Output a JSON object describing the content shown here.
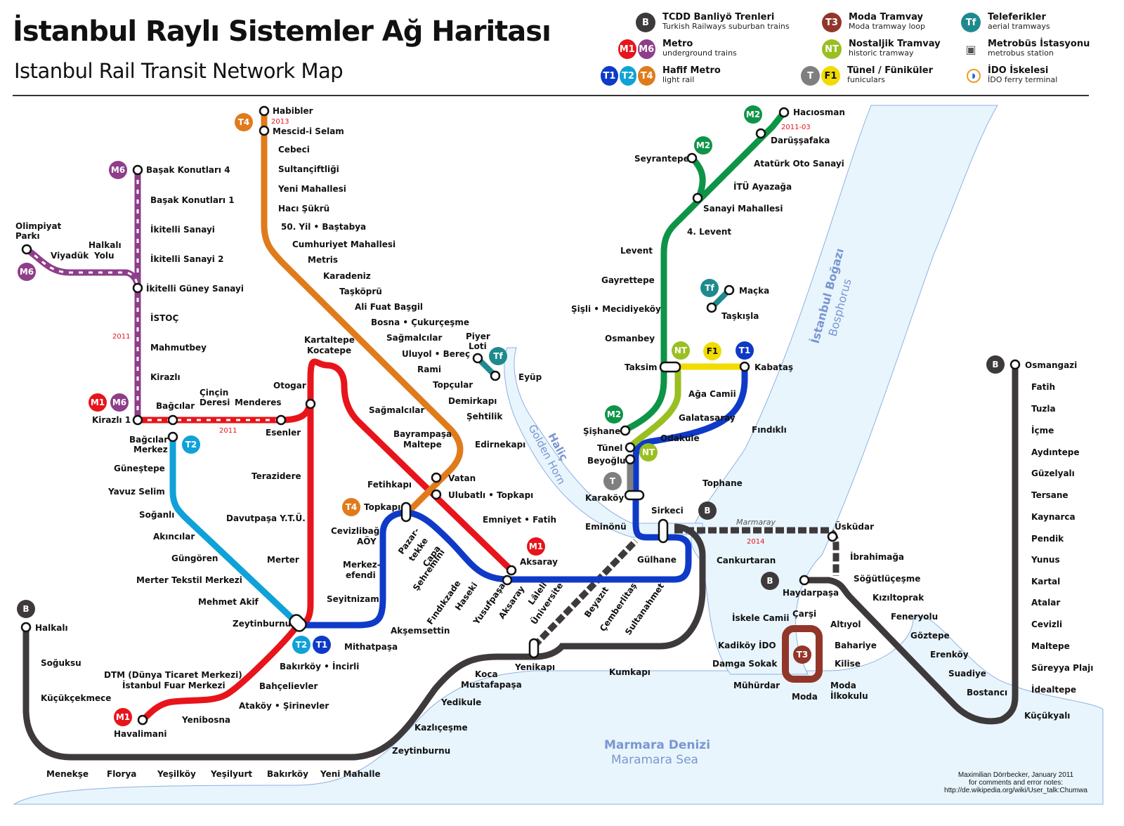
{
  "header": {
    "title": "İstanbul Raylı Sistemler Ağ Haritası",
    "subtitle": "Istanbul Rail Transit Network Map"
  },
  "legend": [
    {
      "badges": [
        {
          "label": "B",
          "color": "#3e3a3c"
        }
      ],
      "title": "TCDD Banliyö Trenleri",
      "desc": "Turkish Railways suburban trains"
    },
    {
      "badges": [
        {
          "label": "M1",
          "color": "#e8141b"
        },
        {
          "label": "M6",
          "color": "#8e3e8a"
        }
      ],
      "title": "Metro",
      "desc": "underground trains"
    },
    {
      "badges": [
        {
          "label": "T1",
          "color": "#0f3ac8"
        },
        {
          "label": "T2",
          "color": "#0fa2d8"
        },
        {
          "label": "T4",
          "color": "#e07b1c"
        }
      ],
      "title": "Hafif Metro",
      "desc": "light rail"
    },
    {
      "badges": [
        {
          "label": "T3",
          "color": "#92362a"
        }
      ],
      "title": "Moda Tramvay",
      "desc": "Moda tramway loop"
    },
    {
      "badges": [
        {
          "label": "NT",
          "color": "#99bf20"
        }
      ],
      "title": "Nostaljik Tramvay",
      "desc": "historic tramway"
    },
    {
      "badges": [
        {
          "label": "T",
          "color": "#7f7f7f"
        },
        {
          "label": "F1",
          "color": "#f2dc00"
        }
      ],
      "title": "Tünel / Füniküler",
      "desc": "funiculars"
    },
    {
      "badges": [
        {
          "label": "Tf",
          "color": "#1e8a8e"
        }
      ],
      "title": "Teleferikler",
      "desc": "aerial tramways"
    },
    {
      "badges": [
        {
          "label": "metrobus-icon",
          "color": "#555555"
        }
      ],
      "title": "Metrobüs İstasyonu",
      "desc": "metrobus station"
    },
    {
      "badges": [
        {
          "label": "ferry-icon",
          "color": "#f39a25"
        }
      ],
      "title": "İDO İskelesi",
      "desc": "İDO ferry terminal"
    }
  ],
  "colors": {
    "M1": "#e8141b",
    "M2": "#0e9447",
    "M6": "#8e3e8a",
    "T1": "#0f3ac8",
    "T2": "#0fa2d8",
    "T3": "#92362a",
    "T4": "#e07b1c",
    "NT": "#99bf20",
    "F1": "#f2dc00",
    "T": "#7f7f7f",
    "Tf": "#1e8a8e",
    "B": "#3e3a3c",
    "water": "#e8f5fd",
    "water_label": "#7b96d0",
    "planned": "#e8141b"
  },
  "water_labels": {
    "halic": "Haliç",
    "golden_horn": "Golden Horn",
    "bogaz": "İstanbul Boğazı",
    "bosphorus": "Bosphorus",
    "marmara": "Marmara Denizi",
    "marmara_en": "Maramara Sea",
    "marmaray": "Marmaray"
  },
  "line_badges": {
    "M6_top": "M6",
    "M6_west": "M6",
    "M1_kirazli": "M1",
    "M6_kirazli": "M6",
    "T2_bagcilar": "T2",
    "T4_top": "T4",
    "T4_topkapi": "T4",
    "Tf_eyup": "Tf",
    "Tf_macka": "Tf",
    "M2_top": "M2",
    "M2_seyrantepe": "M2",
    "M2_sishane": "M2",
    "NT_taksim": "NT",
    "F1": "F1",
    "T1_kabatas": "T1",
    "NT_tunel": "NT",
    "T_karakoy": "T",
    "B_sirkeci": "B",
    "M1_aksaray": "M1",
    "T2_zeytinburnu": "T2",
    "T1_zeytinburnu": "T1",
    "M1_havalimani": "M1",
    "B_halkali": "B",
    "B_haydarpasa": "B",
    "T3": "T3",
    "B_osmangazi": "B"
  },
  "opening_years": {
    "M6": "2011",
    "T4": "2013",
    "M1_ext": "2011",
    "M2_ext": "2011-03",
    "marmaray": "2014"
  },
  "stations": {
    "m6_main": [
      "Başak Konutları 4",
      "Başak Konutları 1",
      "İkitelli Sanayi",
      "İkitelli Sanayi 2",
      "İkitelli Güney Sanayi",
      "İSTOÇ",
      "Mahmutbey",
      "Kirazlı"
    ],
    "m6_west": [
      "Olimpiyat",
      "Parkı",
      "Viyadük",
      "Halkalı",
      "Yolu"
    ],
    "m1_ext": [
      "Kirazlı 1",
      "Bağcılar",
      "Çinçin",
      "Deresi",
      "Menderes",
      "Esenler"
    ],
    "m1": [
      "Otogar",
      "Kartaltepe",
      "Kocatepe",
      "Sağmalcılar",
      "Bayrampaşa",
      "Maltepe",
      "Vatan",
      "Ulubatlı • Topkapı",
      "Emniyet • Fatih",
      "Aksaray",
      "Terazidere",
      "Davutpaşa Y.T.Ü.",
      "Merter",
      "Zeytinburnu",
      "Bakırköy • İncirli",
      "Bahçelievler",
      "Ataköy • Şirinevler",
      "Yenibosna",
      "DTM (Dünya Ticaret Merkezi)",
      "İstanbul Fuar Merkezi",
      "Havalimani"
    ],
    "t2": [
      "Bağcılar",
      "Merkez",
      "Güneştepe",
      "Yavuz Selim",
      "Soğanlı",
      "Akıncılar",
      "Güngören",
      "Merter Tekstil Merkezi",
      "Mehmet Akif"
    ],
    "t4": [
      "Habibler",
      "Mescid-i Selam",
      "Cebeci",
      "Sultançiftliği",
      "Yeni Mahallesi",
      "Hacı Şükrü",
      "50. Yil • Baştabya",
      "Cumhuriyet Mahallesi",
      "Metris",
      "Karadeniz",
      "Taşköprü",
      "Ali Fuat Başgil",
      "Bosna • Çukurçeşme",
      "Sağmalcılar",
      "Uluyol • Bereç",
      "Rami",
      "Topçular",
      "Demirkapı",
      "Şehtilik",
      "Edirnekapı",
      "Fetihkapı",
      "Topkapı"
    ],
    "t1": [
      "Cevizlibağ",
      "AÖY",
      "Merkez-",
      "efendi",
      "Seyitnizam",
      "Akşemsettin",
      "Mithatpaşa",
      "Pazar-",
      "tekke",
      "Çapa",
      "Şehremini",
      "Fındıkzade",
      "Haseki",
      "Yusufpaşa",
      "Aksaray",
      "Lâleli",
      "Üniversite",
      "Beyazıt",
      "Çemberlitaş",
      "Sultanahmet",
      "Gülhane",
      "Sirkeci",
      "Eminönü",
      "Karaköy",
      "Tophane",
      "Fındıklı",
      "Kabataş"
    ],
    "tf": [
      "Piyer",
      "Loti",
      "Eyüp",
      "Maçka",
      "Taşkışla"
    ],
    "m2": [
      "Hacıosman",
      "Darüşşafaka",
      "Atatürk Oto Sanayi",
      "İTÜ Ayazağa",
      "Seyrantepe",
      "Sanayi Mahallesi",
      "4. Levent",
      "Levent",
      "Gayrettepe",
      "Şişli • Mecidiyeköy",
      "Osmanbey",
      "Taksim",
      "Şişhane"
    ],
    "nt": [
      "Ağa Camii",
      "Galatasaray",
      "Odakule",
      "Tünel"
    ],
    "t": [
      "Beyoğlu",
      "Karaköy"
    ],
    "b_west": [
      "Halkalı",
      "Soğuksu",
      "Küçükçekmece",
      "Menekşe",
      "Florya",
      "Yeşilköy",
      "Yeşilyurt",
      "Bakırköy",
      "Yeni Mahalle",
      "Zeytinburnu",
      "Kazlıçeşme",
      "Yedikule",
      "Koca",
      "Mustafapaşa",
      "Yenikapı",
      "Kumkapı",
      "Cankurtaran"
    ],
    "marmaray": [
      "Üsküdar",
      "İbrahimağa",
      "Söğütlüçeşme"
    ],
    "b_east": [
      "Haydarpaşa",
      "Kızıltoprak",
      "Feneryolu",
      "Göztepe",
      "Erenköy",
      "Suadiye",
      "Bostancı",
      "Küçükyalı",
      "İdealtepe",
      "Süreyya Plajı",
      "Maltepe",
      "Cevizli",
      "Atalar",
      "Kartal",
      "Yunus",
      "Pendik",
      "Kaynarca",
      "Tersane",
      "Güzelyalı",
      "Aydıntepe",
      "İçme",
      "Tuzla",
      "Fatih",
      "Osmangazi"
    ],
    "t3": [
      "Çarşi",
      "Altıyol",
      "Bahariye",
      "Kilise",
      "Moda",
      "İlkokulu",
      "Moda",
      "Mühürdar",
      "Damga Sokak",
      "Kadiköy İDO",
      "İskele Camii"
    ]
  },
  "credit": {
    "line1": "Maximilian Dörrbecker, January 2011",
    "line2": "for comments and error notes:",
    "line3": "http://de.wikipedia.org/wiki/User_talk:Chumwa"
  }
}
